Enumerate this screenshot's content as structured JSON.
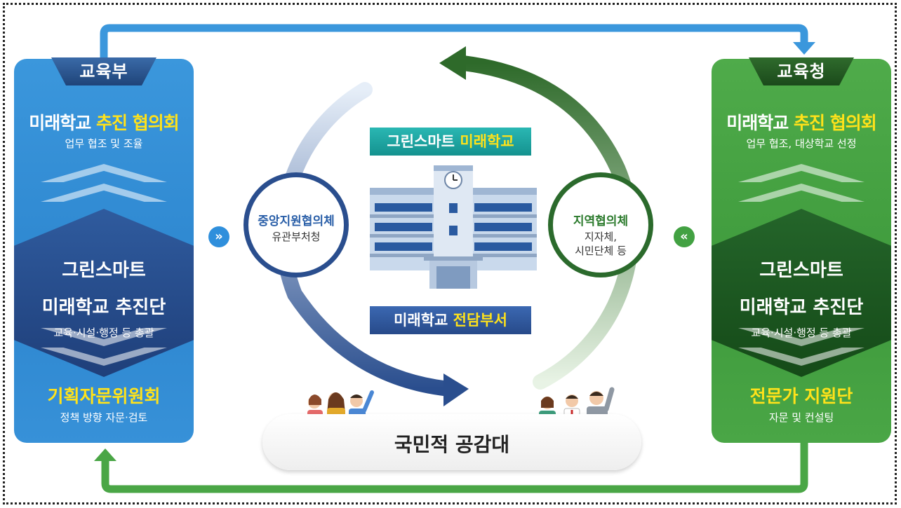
{
  "left_panel": {
    "tab": "교육부",
    "title_a": "미래학교",
    "title_b": "추진 협의회",
    "subtitle": "업무 협조 및 조율",
    "core_line1": "그린스마트",
    "core_line2": "미래학교 추진단",
    "core_sub": "교육·시설·행정 등 총괄",
    "bottom_title": "기획자문위원회",
    "bottom_sub": "정책 방향 자문·검토"
  },
  "right_panel": {
    "tab": "교육청",
    "title_a": "미래학교",
    "title_b": "추진 협의회",
    "subtitle": "업무 협조, 대상학교 선정",
    "core_line1": "그린스마트",
    "core_line2": "미래학교 추진단",
    "core_sub": "교육·시설·행정 등 총괄",
    "bottom_title": "전문가 지원단",
    "bottom_sub": "자문 및 컨설팅"
  },
  "center": {
    "top_banner_a": "그린스마트",
    "top_banner_b": "미래학교",
    "bottom_banner_a": "미래학교",
    "bottom_banner_b": "전담부서",
    "left_circle_title": "중앙지원협의체",
    "left_circle_sub": "유관부처청",
    "right_circle_title": "지역협의체",
    "right_circle_sub1": "지자체,",
    "right_circle_sub2": "시민단체 등",
    "left_badge": "»",
    "right_badge": "«",
    "pill_text": "국민적 공감대"
  },
  "colors": {
    "blue_panel": "#3594d9",
    "green_panel": "#47a343",
    "highlight_yellow": "#ffe21a",
    "teal_banner": "#1fa6a2",
    "navy_banner": "#2f5a9f"
  },
  "icons": [
    "school-building-icon",
    "people-group-icon",
    "cycle-arrow-icon"
  ]
}
